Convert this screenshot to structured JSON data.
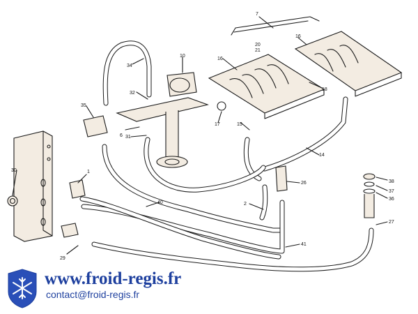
{
  "diagram": {
    "labels": [
      "7",
      "16",
      "16",
      "20",
      "21",
      "10",
      "34",
      "32",
      "35",
      "6",
      "31",
      "17",
      "15",
      "18",
      "14",
      "30",
      "1",
      "40",
      "26",
      "2",
      "38",
      "37",
      "36",
      "27",
      "41",
      "29"
    ]
  },
  "footer": {
    "website": "www.froid-regis.fr",
    "contact": "contact@froid-regis.fr"
  }
}
